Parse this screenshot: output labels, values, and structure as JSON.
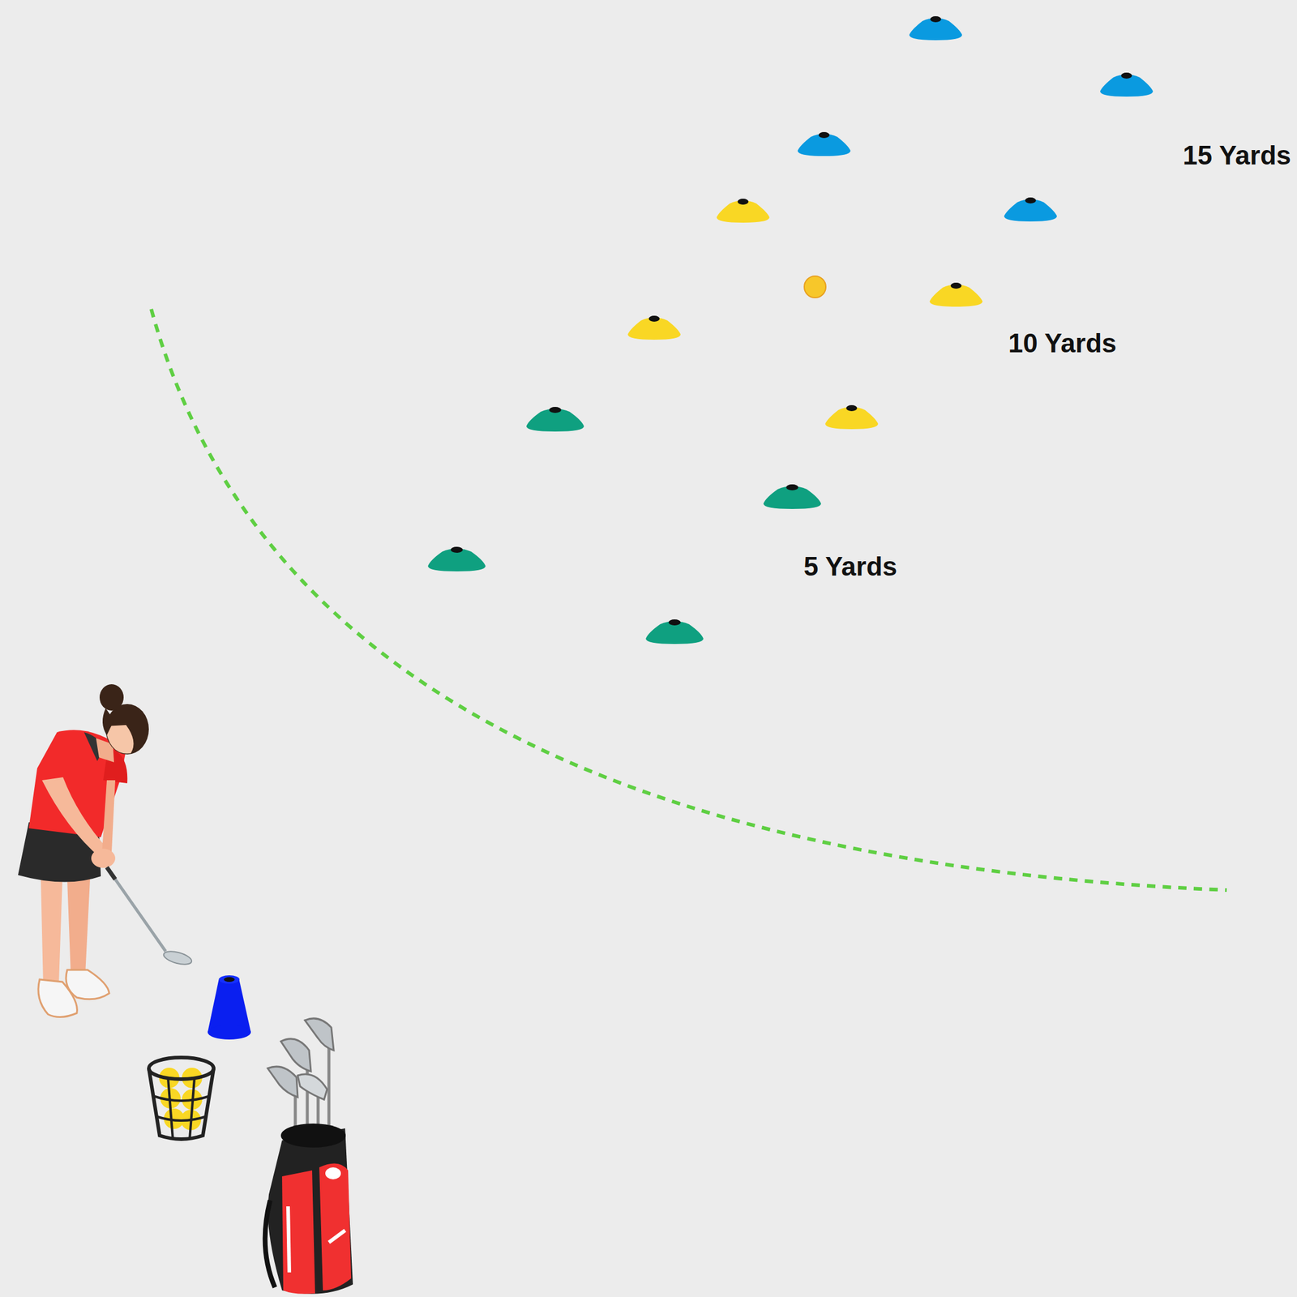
{
  "diagram": {
    "labels": [
      "15 Yards",
      "10 Yards",
      "5 Yards"
    ]
  }
}
